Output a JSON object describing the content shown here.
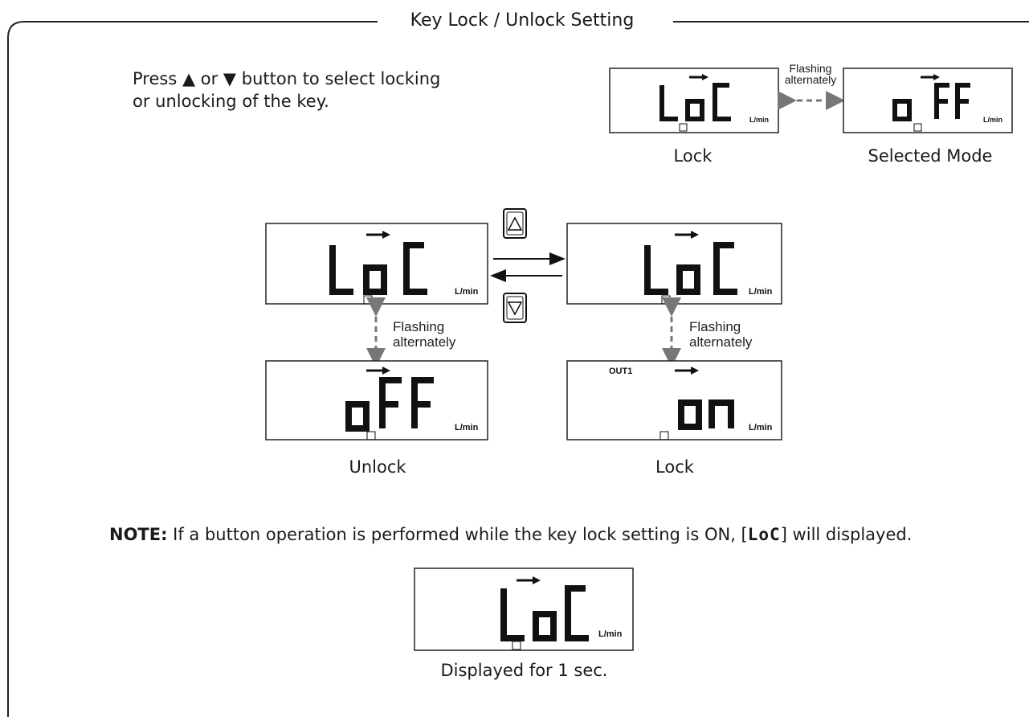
{
  "title": "Key Lock / Unlock Setting",
  "instruction": {
    "line1": "Press ▲ or ▼ button to select locking",
    "line2": "or unlocking of the key."
  },
  "top_diagram": {
    "flashing_line1": "Flashing",
    "flashing_line2": "alternately",
    "left_caption": "Lock",
    "right_caption": "Selected Mode"
  },
  "displays": {
    "unit": "L/min",
    "out_label": "OUT1",
    "loc": "LoC",
    "off": "oFF",
    "on": "on"
  },
  "main_diagram": {
    "flashing_line1": "Flashing",
    "flashing_line2": "alternately",
    "unlock_caption": "Unlock",
    "lock_caption": "Lock",
    "up_button_icon": "up-triangle-icon",
    "down_button_icon": "down-triangle-icon"
  },
  "note": {
    "label": "NOTE:",
    "text_before": " If a button operation is performed while the key lock setting is ON, [",
    "code": "LoC",
    "text_after": "] will displayed."
  },
  "bottom_caption": "Displayed for 1 sec."
}
